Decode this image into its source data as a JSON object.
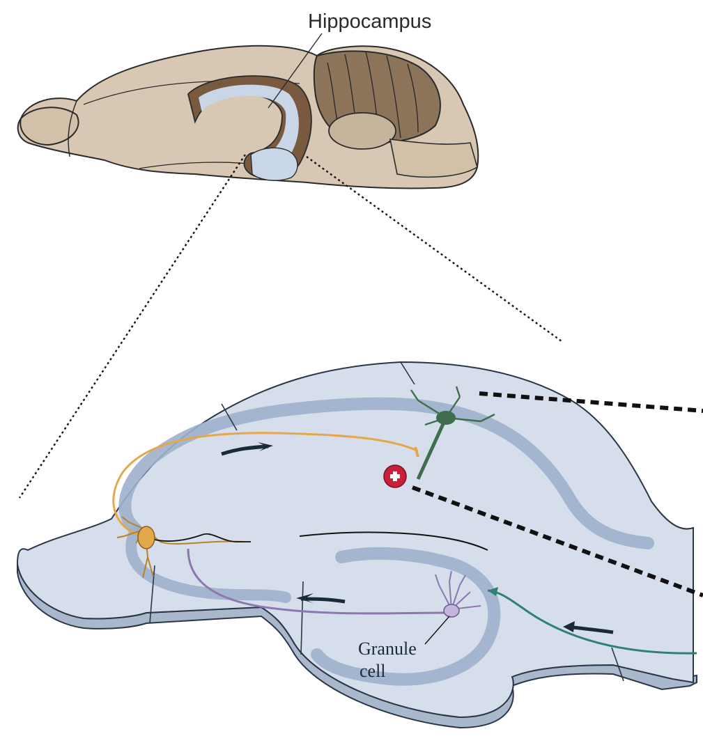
{
  "labels": {
    "hippocampus": "Hippocampus",
    "granule_line1": "Granule",
    "granule_line2": "cell"
  },
  "icons": {
    "plus": "plus-sign-icon"
  },
  "colors": {
    "brain_fill": "#d8c7b2",
    "brain_outline": "#2a2a2a",
    "hippocampus_fill": "#c9d6e8",
    "hippocampus_border": "#7a5a3e",
    "slice_fill": "#d6deeb",
    "slice_edge": "#a9b8cc",
    "cell_layer": "#9fb0cc",
    "orange_pathway": "#e3a84a",
    "green_neuron": "#3e6e4e",
    "purple_pathway": "#8b78b0",
    "teal_input": "#2f7f79",
    "plus_badge": "#c8203a"
  }
}
